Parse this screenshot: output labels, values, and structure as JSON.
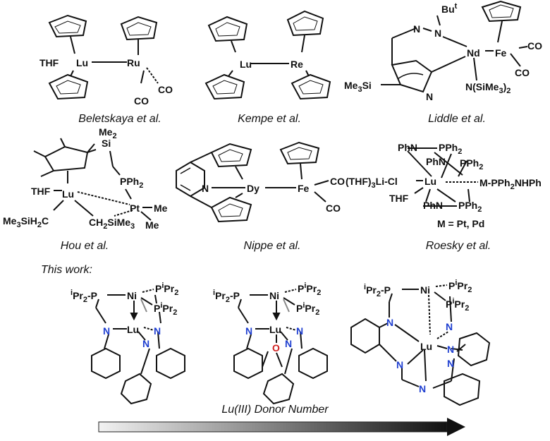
{
  "figure": {
    "top_row": [
      {
        "caption": "Beletskaya et al.",
        "labels": {
          "thf": "THF",
          "lu": "Lu",
          "ru": "Ru",
          "co1": "CO",
          "co2": "CO"
        }
      },
      {
        "caption": "Kempe et al.",
        "labels": {
          "lu": "Lu",
          "re": "Re"
        }
      },
      {
        "caption": "Liddle et al.",
        "labels": {
          "but": "Bu",
          "but_sup": "t",
          "n1": "N",
          "n2": "N",
          "n3": "N",
          "nd": "Nd",
          "fe": "Fe",
          "co1": "CO",
          "co2": "CO",
          "nsi": "N(SiMe",
          "nsi_sub": "3",
          "nsi_end": ")",
          "nsi_sub2": "2",
          "me3si": "Me",
          "me3si_sub": "3",
          "me3si_end": "Si"
        }
      }
    ],
    "middle_row": [
      {
        "caption": "Hou et al.",
        "labels": {
          "me2": "Me",
          "me2_sub": "2",
          "si": "Si",
          "pph2": "PPh",
          "pph2_sub": "2",
          "thf": "THF",
          "lu": "Lu",
          "pt": "Pt",
          "me1": "Me",
          "me2b": "Me",
          "ch2_left": "Me",
          "ch2_left_sub": "3",
          "ch2_left_end": "SiH",
          "ch2_left_sub2": "2",
          "ch2_left_end2": "C",
          "ch2_right": "CH",
          "ch2_right_sub": "2",
          "ch2_right_end": "SiMe",
          "ch2_right_sub2": "3"
        }
      },
      {
        "caption": "Nippe et al.",
        "labels": {
          "n": "N",
          "dy": "Dy",
          "fe": "Fe",
          "co1": "CO",
          "co2": "CO"
        }
      },
      {
        "caption": "Roesky et al.",
        "labels": {
          "phn1": "PhN",
          "pph2_1": "PPh",
          "phn2": "PhN",
          "pph2_2": "PPh",
          "thf3": "(THF)",
          "thf3_sub": "3",
          "licl": "Li-Cl",
          "lu": "Lu",
          "m": "M-PPh",
          "m_sub": "2",
          "m_end": "NHPh",
          "thf": "THF",
          "phn3": "PhN",
          "pph2_3": "PPh",
          "sub2": "2",
          "m_eq": "M = Pt, Pd"
        }
      }
    ],
    "this_work_label": "This work:",
    "bottom_row": [
      {
        "labels": {
          "ipr2p": "Pr",
          "ni": "Ni",
          "pipr2_a": "P",
          "pipr2_b": "P",
          "pr2": "Pr",
          "sub2": "2",
          "lu": "Lu",
          "n1": "N",
          "n2": "N",
          "n3": "N",
          "i": "i"
        }
      },
      {
        "labels": {
          "ipr2p": "Pr",
          "ni": "Ni",
          "pipr2_a": "P",
          "pipr2_b": "P",
          "pr2": "Pr",
          "sub2": "2",
          "lu": "Lu",
          "n1": "N",
          "n2": "N",
          "n3": "N",
          "o": "O",
          "i": "i"
        }
      },
      {
        "labels": {
          "ipr2p": "Pr",
          "ni": "Ni",
          "pipr2_a": "P",
          "pipr2_b": "P",
          "pr2": "Pr",
          "sub2": "2",
          "lu": "Lu",
          "n1": "N",
          "n2": "N",
          "n3": "N",
          "n4": "N",
          "n5": "N",
          "n6": "N",
          "i": "i"
        }
      }
    ],
    "donor_label": "Lu(III) Donor Number",
    "colors": {
      "nitrogen": "#1f3fd0",
      "oxygen": "#d02020",
      "arrow_start": "#f2f2f2",
      "arrow_end": "#111111"
    }
  }
}
